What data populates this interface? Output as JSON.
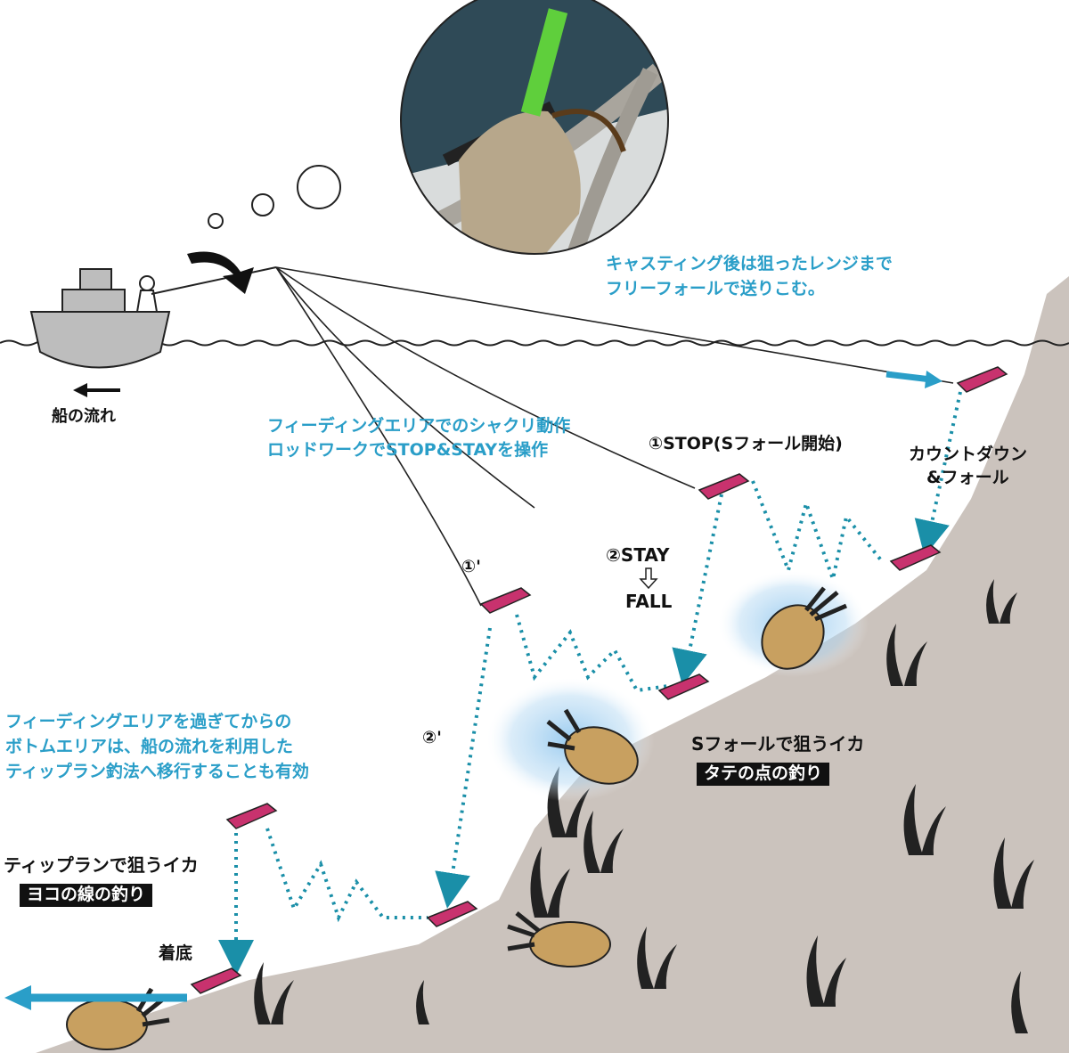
{
  "labels": {
    "boat_flow": "船の流れ",
    "casting_note_1": "キャスティング後は狙ったレンジまで",
    "casting_note_2": "フリーフォールで送りこむ。",
    "feeding_1": "フィーディングエリアでのシャクリ動作",
    "feeding_2": "ロッドワークでSTOP&STAYを操作",
    "stop": "①STOP(Sフォール開始)",
    "countdown_1": "カウントダウン",
    "countdown_2": "&フォール",
    "stay": "②STAY",
    "fall": "FALL",
    "one_prime": "①'",
    "two_prime": "②'",
    "bottom_1": "フィーディングエリアを過ぎてからの",
    "bottom_2": "ボトムエリアは、船の流れを利用した",
    "bottom_3": "ティップラン釣法へ移行することも有効",
    "sfall_title": "Sフォールで狙うイカ",
    "sfall_box": "タテの点の釣り",
    "tiprun_title": "ティップランで狙うイカ",
    "tiprun_box": "ヨコの線の釣り",
    "bottom_touch": "着底"
  },
  "colors": {
    "seabed": "#cbc3bd",
    "accent_blue": "#2a9ec8",
    "dotted": "#1a8fa8",
    "squid": "#c8a060",
    "egi": "#c8326e"
  }
}
